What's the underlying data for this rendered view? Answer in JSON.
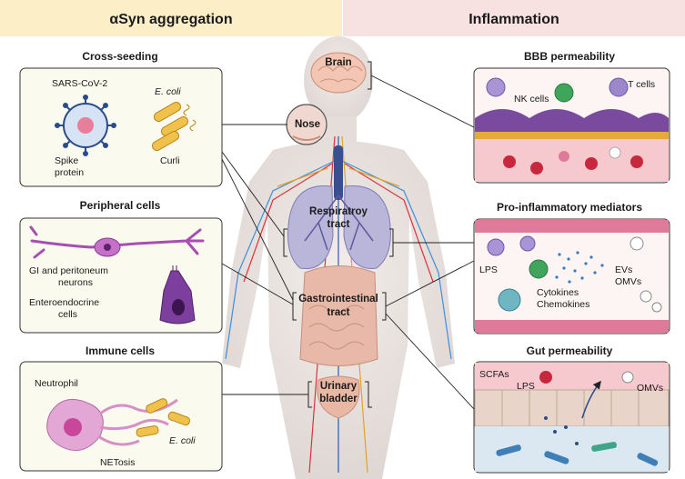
{
  "headers": {
    "left": "αSyn aggregation",
    "right": "Inflammation"
  },
  "left_panels": {
    "cross_seeding": {
      "title": "Cross-seeding",
      "sars": "SARS-CoV-2",
      "ecoli": "E. coli",
      "spike_1": "Spike",
      "spike_2": "protein",
      "curli": "Curli"
    },
    "peripheral": {
      "title": "Peripheral cells",
      "gi_1": "GI and peritoneum",
      "gi_2": "neurons",
      "entero_1": "Enteroendocrine",
      "entero_2": "cells"
    },
    "immune": {
      "title": "Immune cells",
      "neutrophil": "Neutrophil",
      "ecoli": "E. coli",
      "netosis": "NETosis"
    }
  },
  "organs": {
    "brain": "Brain",
    "nose": "Nose",
    "resp_1": "Respiratroy",
    "resp_2": "tract",
    "gi_1": "Gastrointestinal",
    "gi_2": "tract",
    "bladder_1": "Urinary",
    "bladder_2": "bladder"
  },
  "right_panels": {
    "bbb": {
      "title": "BBB permeability",
      "nk": "NK cells",
      "t": "T cells"
    },
    "mediators": {
      "title": "Pro-inflammatory mediators",
      "lps": "LPS",
      "evs": "EVs",
      "omvs": "OMVs",
      "cytokines": "Cytokines",
      "chemokines": "Chemokines"
    },
    "gut": {
      "title": "Gut permeability",
      "scfas": "SCFAs",
      "lps": "LPS",
      "omvs": "OMVs"
    }
  },
  "colors": {
    "left_header_bg": "#fcefc7",
    "right_header_bg": "#f8e1e1",
    "panel_bg_left": "#fbfaee",
    "vessel_red": "#c8283e",
    "purple": "#7c3f9e",
    "pink_tissue": "#e07a9b"
  }
}
